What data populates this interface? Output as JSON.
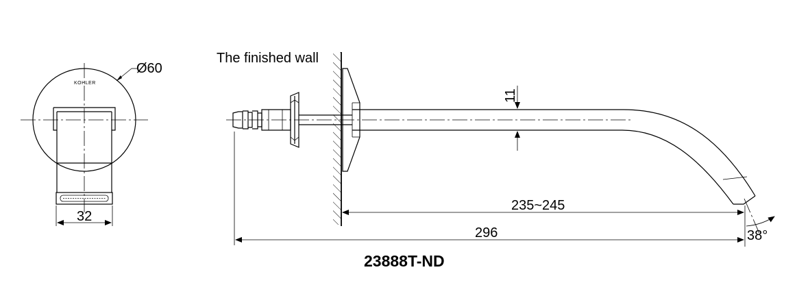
{
  "front_view": {
    "diameter_label": "Ø60",
    "width_label": "32",
    "brand_text": "KOHLER"
  },
  "side_view": {
    "wall_label": "The finished wall",
    "spout_dim_label": "11",
    "reach_range_label": "235~245",
    "total_length_label": "296",
    "angle_label": "38°"
  },
  "model_number": "23888T-ND"
}
